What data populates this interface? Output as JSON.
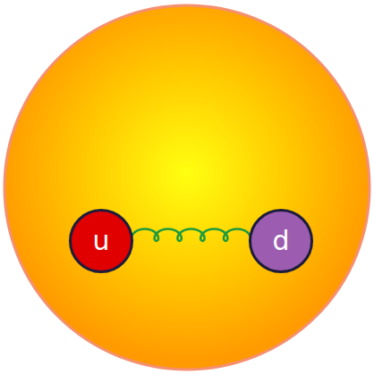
{
  "diagram": {
    "nodes": [
      {
        "text": [
          "u"
        ]
      },
      {
        "text": [
          "d"
        ]
      }
    ],
    "edges": [
      {
        "from": 0,
        "to": 1,
        "arrow": "none"
      }
    ]
  }
}
